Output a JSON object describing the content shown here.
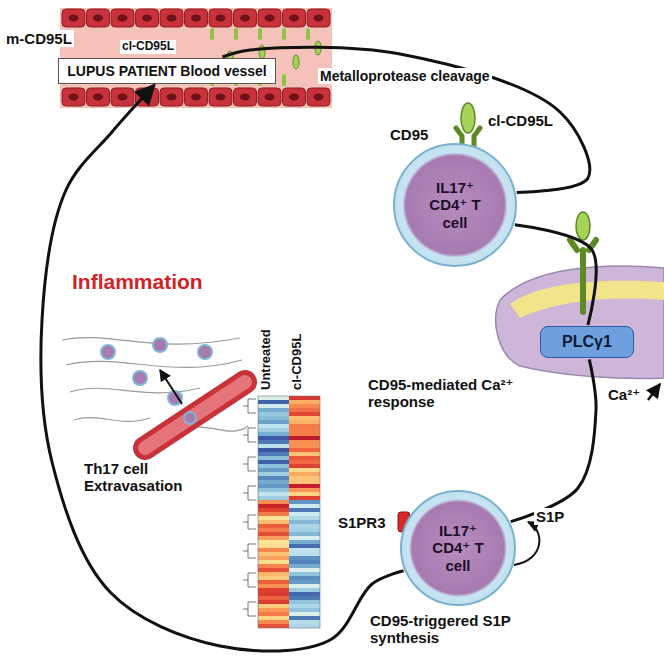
{
  "diagram": {
    "nodes": [
      {
        "text": [
          "LUPUS PATIENT Blood vessel"
        ]
      },
      {
        "text": [
          "IL17⁺ CD4⁺ T cell"
        ]
      },
      {
        "text": [
          "PLCγ1"
        ]
      },
      {
        "text": [
          "IL17⁺ CD4⁺ T cell"
        ]
      }
    ],
    "edges": [
      {
        "from": 0,
        "to": 1,
        "arrow": "none"
      },
      {
        "from": 1,
        "to": 2,
        "arrow": "none"
      },
      {
        "from": 2,
        "to": 3,
        "arrow": "none"
      },
      {
        "from": 3,
        "to": 0,
        "arrow": "to"
      }
    ],
    "labels": [
      "m-CD95L",
      "cl-CD95L",
      "Metalloprotease cleavage",
      "cl-CD95L",
      "CD95",
      "CD95-mediated Ca²⁺ response",
      "Ca²⁺",
      "S1PR3",
      "S1P",
      "CD95-triggered S1P synthesis",
      "Untreated",
      "cl-CD95L",
      "Th17 cell Extravasation",
      "Inflammation"
    ]
  }
}
